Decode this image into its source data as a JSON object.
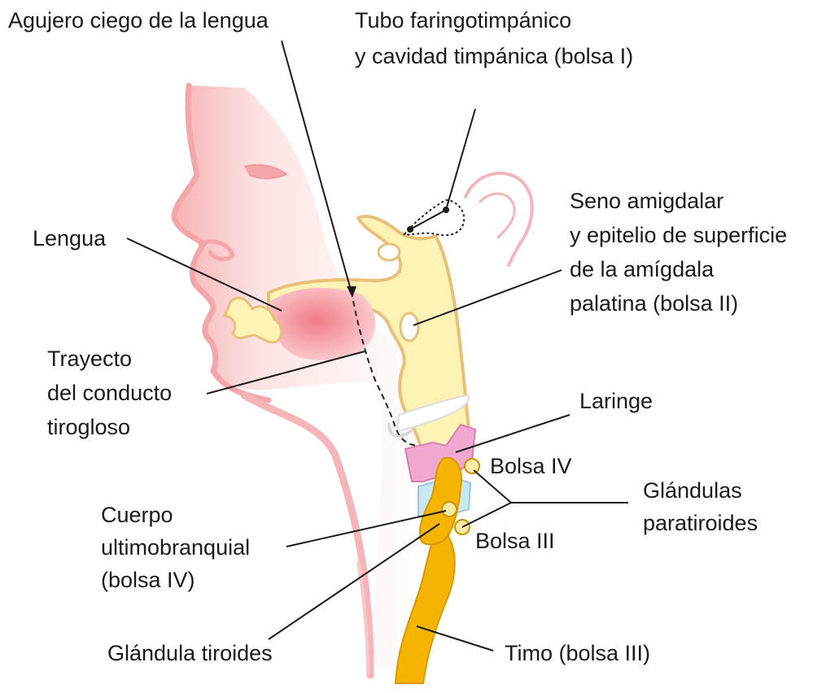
{
  "labels": {
    "foramen_cecum": "Agujero ciego de la lengua",
    "tube_line1": "Tubo faringotimpánico",
    "tube_line2": "y cavidad timpánica (bolsa I)",
    "tongue": "Lengua",
    "tonsil_line1": "Seno amigdalar",
    "tonsil_line2": "y epitelio de superficie",
    "tonsil_line3": "de la amígdala",
    "tonsil_line4": "palatina (bolsa II)",
    "thyroglossal_line1": "Trayecto",
    "thyroglossal_line2": "del conducto",
    "thyroglossal_line3": "tirogloso",
    "larynx": "Laringe",
    "pouch_iv": "Bolsa IV",
    "parathyroid_line1": "Glándulas",
    "parathyroid_line2": "paratiroides",
    "ultimo_line1": "Cuerpo",
    "ultimo_line2": "ultimobranquial",
    "ultimo_line3": "(bolsa IV)",
    "pouch_iii": "Bolsa III",
    "thyroid": "Glándula tiroides",
    "thymus": "Timo (bolsa III)"
  },
  "colors": {
    "skin_outline": "#f4a6aa",
    "skin_fill": "#fde3e2",
    "pharynx_fill": "#fdf3b4",
    "pharynx_border": "#e8c27a",
    "tongue_fill": "#f48d96",
    "larynx_fill": "#f2a9cf",
    "thyroid_fill": "#f5b400",
    "thymus_fill": "#f5b400",
    "parathyroid_fill": "#fde9a8",
    "light_blue": "#c9e8f5",
    "leader_line": "#1a1a1a"
  }
}
